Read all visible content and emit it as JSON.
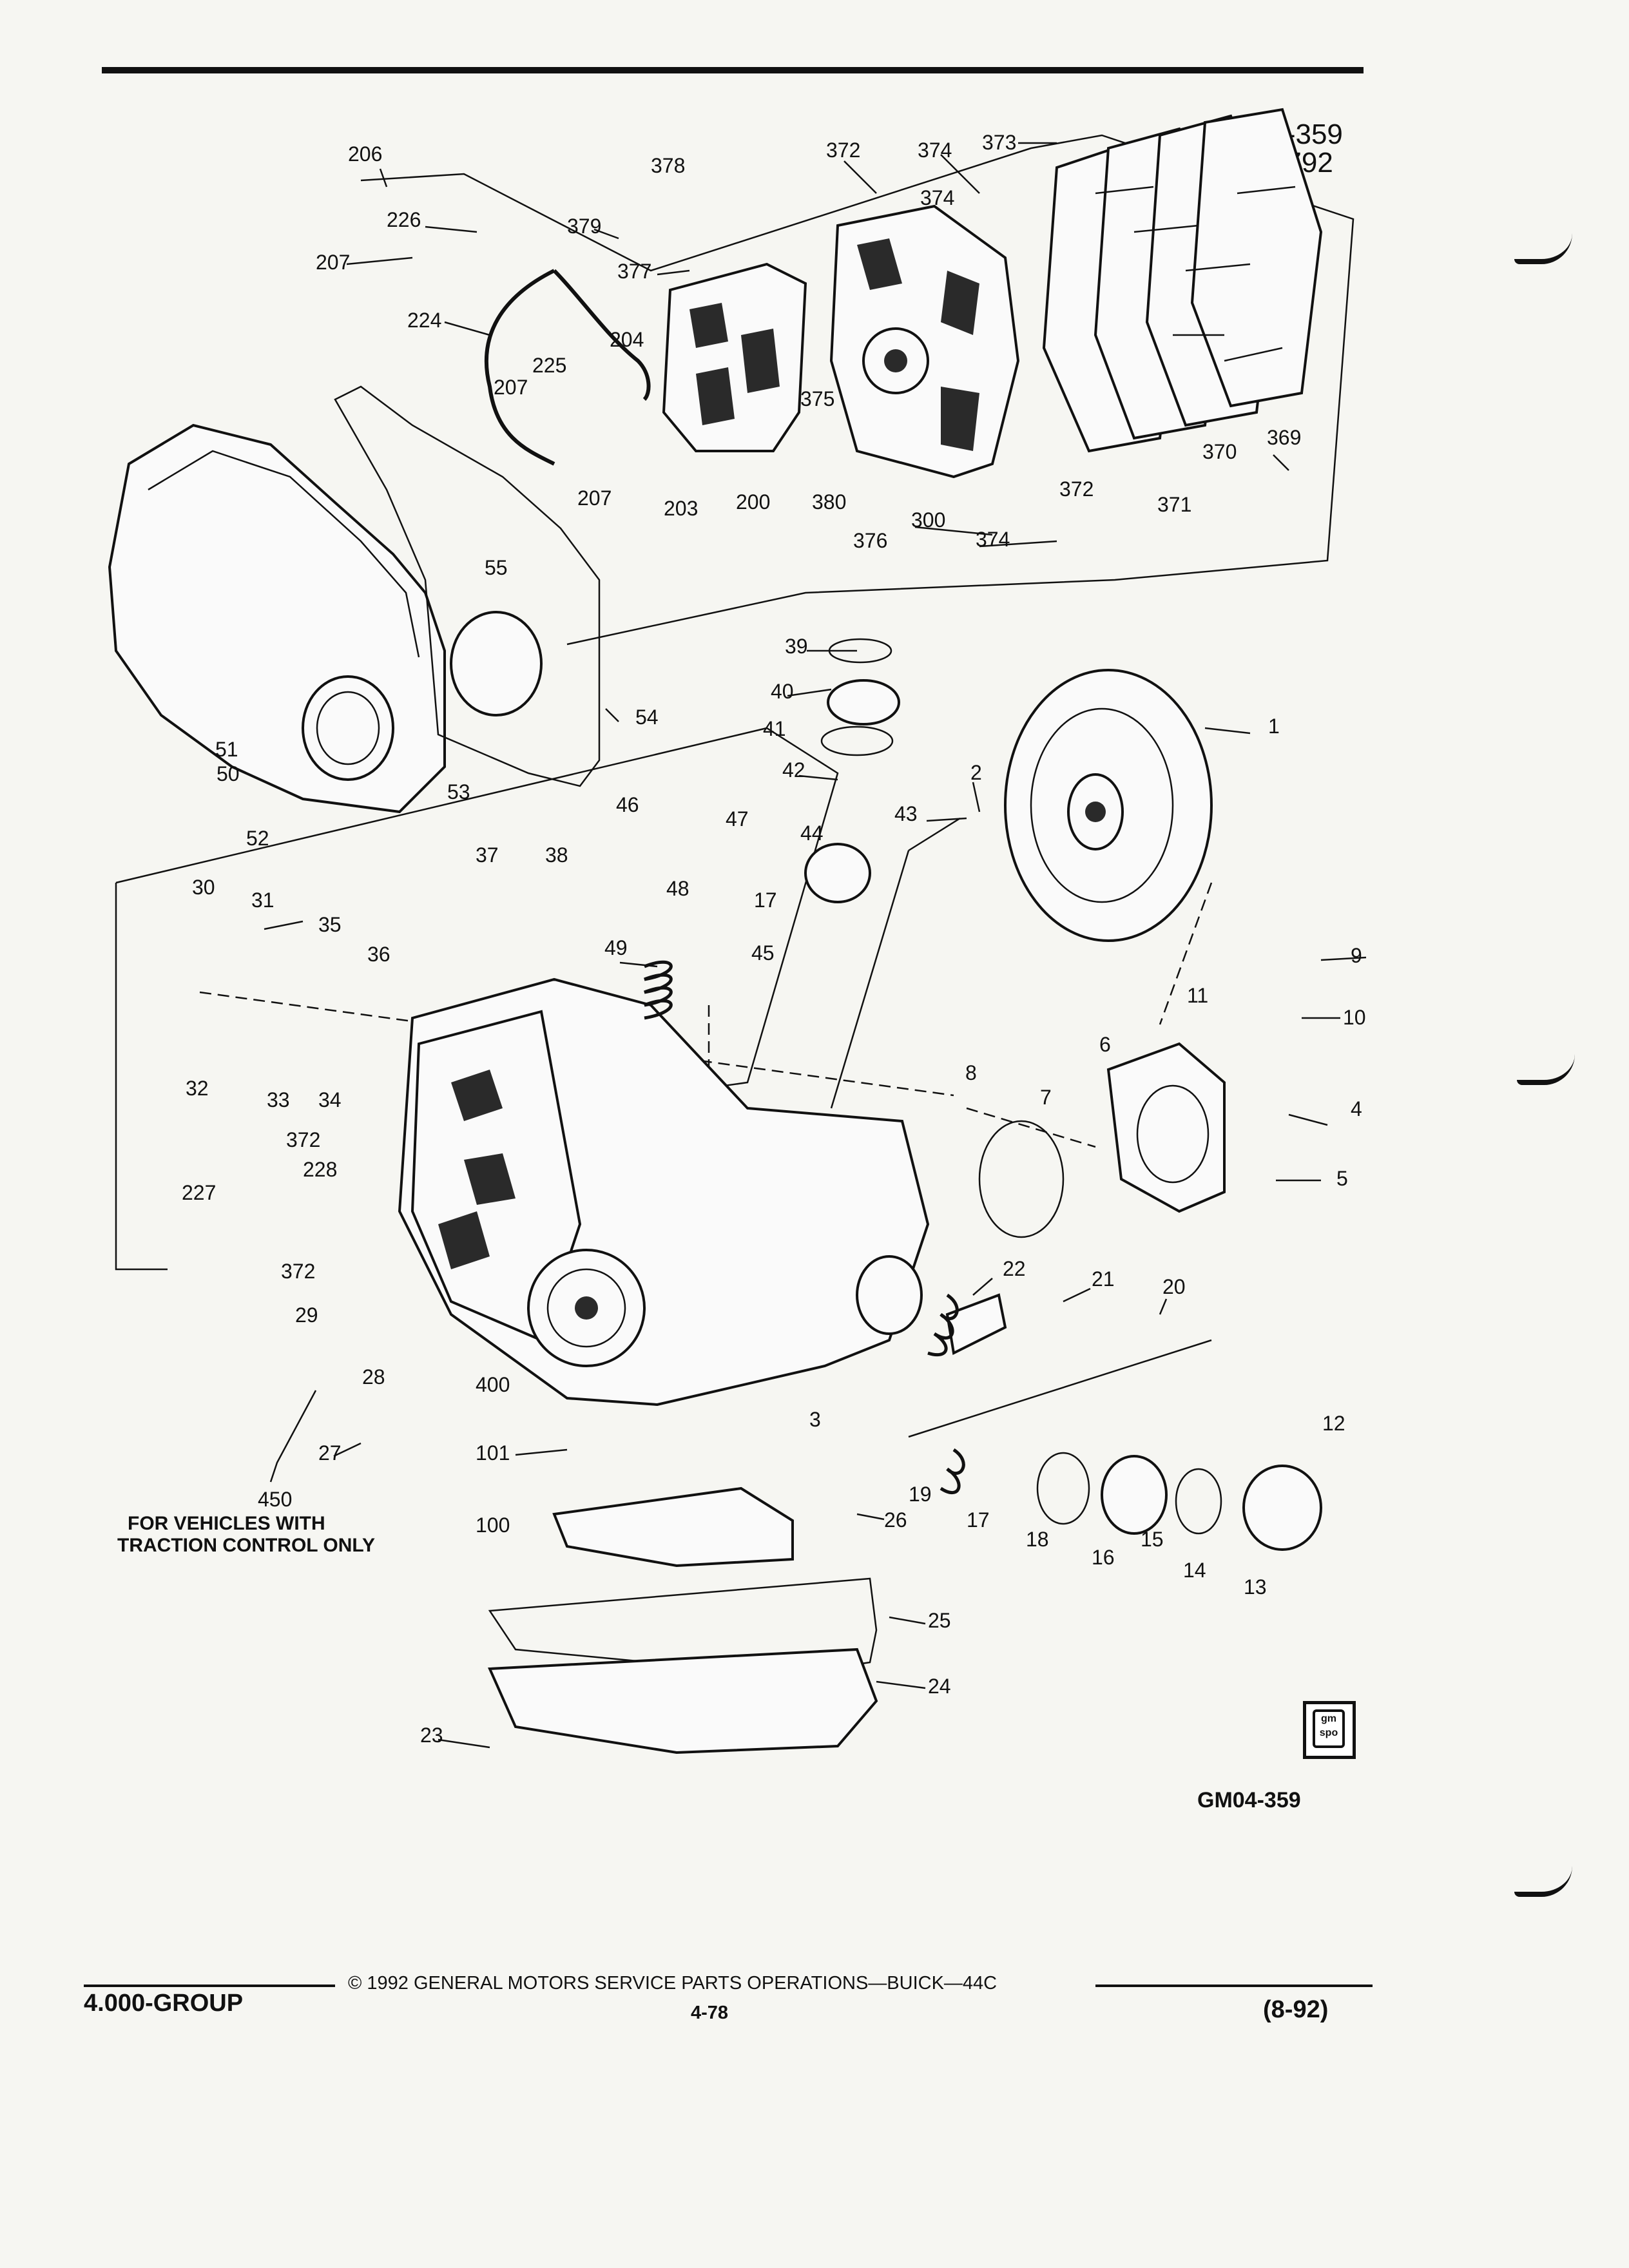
{
  "figure": {
    "code": "GM04-359",
    "date_code": "020792",
    "caption_code": "GM04-359"
  },
  "callouts": [
    "206",
    "378",
    "372",
    "374",
    "373",
    "374",
    "226",
    "379",
    "207",
    "377",
    "224",
    "204",
    "225",
    "207",
    "375",
    "207",
    "203",
    "200",
    "380",
    "300",
    "372",
    "371",
    "370",
    "369",
    "376",
    "374",
    "55",
    "54",
    "39",
    "40",
    "1",
    "41",
    "42",
    "43",
    "2",
    "51",
    "50",
    "53",
    "46",
    "47",
    "44",
    "52",
    "37",
    "38",
    "30",
    "31",
    "48",
    "17",
    "35",
    "45",
    "36",
    "49",
    "9",
    "11",
    "10",
    "32",
    "33",
    "34",
    "6",
    "4",
    "8",
    "7",
    "372",
    "228",
    "5",
    "227",
    "372",
    "22",
    "21",
    "20",
    "29",
    "28",
    "400",
    "3",
    "12",
    "27",
    "101",
    "19",
    "17",
    "18",
    "16",
    "15",
    "14",
    "13",
    "100",
    "26",
    "25",
    "24",
    "23"
  ],
  "note": {
    "number": "450",
    "line1": "FOR VEHICLES WITH",
    "line2": "TRACTION CONTROL ONLY"
  },
  "badge": {
    "line1": "gm",
    "line2": "spo"
  },
  "footer": {
    "group": "4.000-GROUP",
    "copyright": "© 1992 GENERAL MOTORS SERVICE PARTS OPERATIONS—BUICK—44C",
    "page": "4-78",
    "date": "(8-92)"
  }
}
